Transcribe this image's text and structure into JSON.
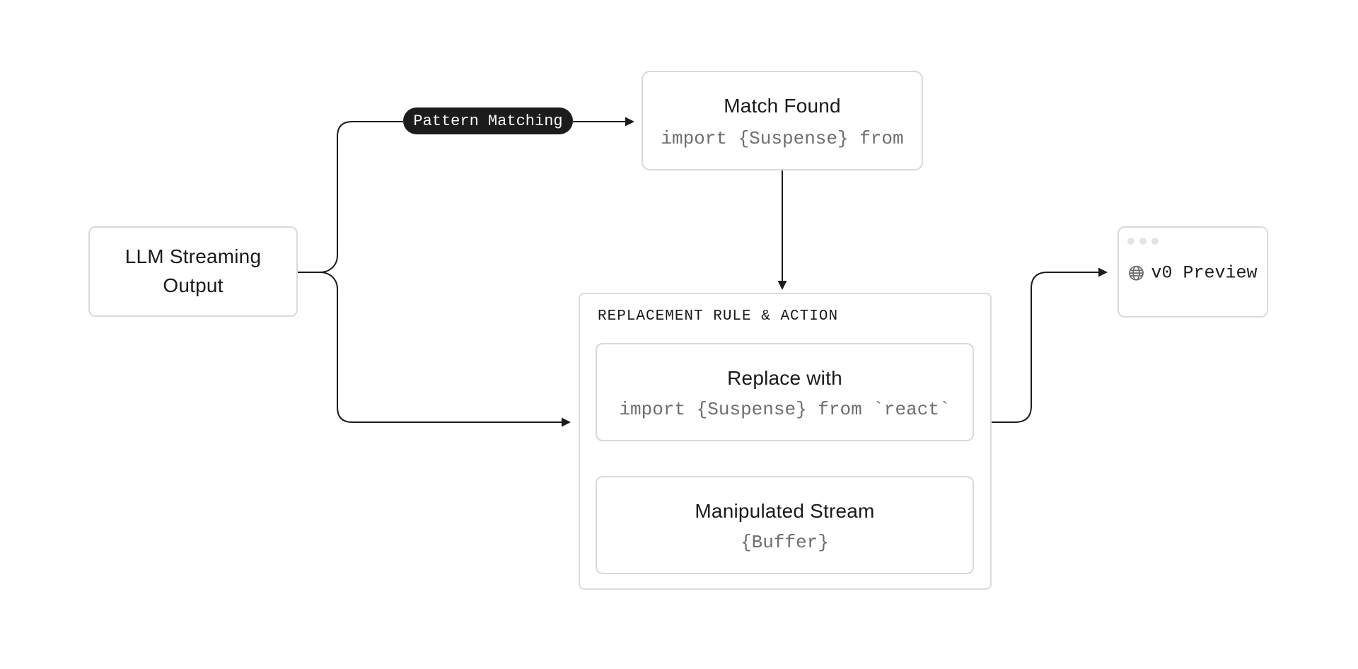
{
  "nodes": {
    "llm": {
      "title": "LLM Streaming Output"
    },
    "pattern_pill": {
      "label": "Pattern Matching"
    },
    "match": {
      "title": "Match Found",
      "code": "import {Suspense} from"
    },
    "replacement_group": {
      "label": "REPLACEMENT RULE & ACTION",
      "replace": {
        "title": "Replace with",
        "code": "import {Suspense} from `react`"
      },
      "stream": {
        "title": "Manipulated Stream",
        "code": "{Buffer}"
      }
    },
    "preview": {
      "label": "v0 Preview",
      "icon": "globe-icon"
    }
  },
  "colors": {
    "background": "#ffffff",
    "line": "#1c1c1c",
    "pill_bg": "#1c1c1c",
    "pill_text": "#f7f7f7",
    "border": "#d9d9d9",
    "title_text": "#1a1a1a",
    "code_text": "#6e6e6e",
    "dashed_line": "#b9b9b9",
    "window_dot": "#e4e4e4",
    "globe": "#6b6b6b"
  }
}
